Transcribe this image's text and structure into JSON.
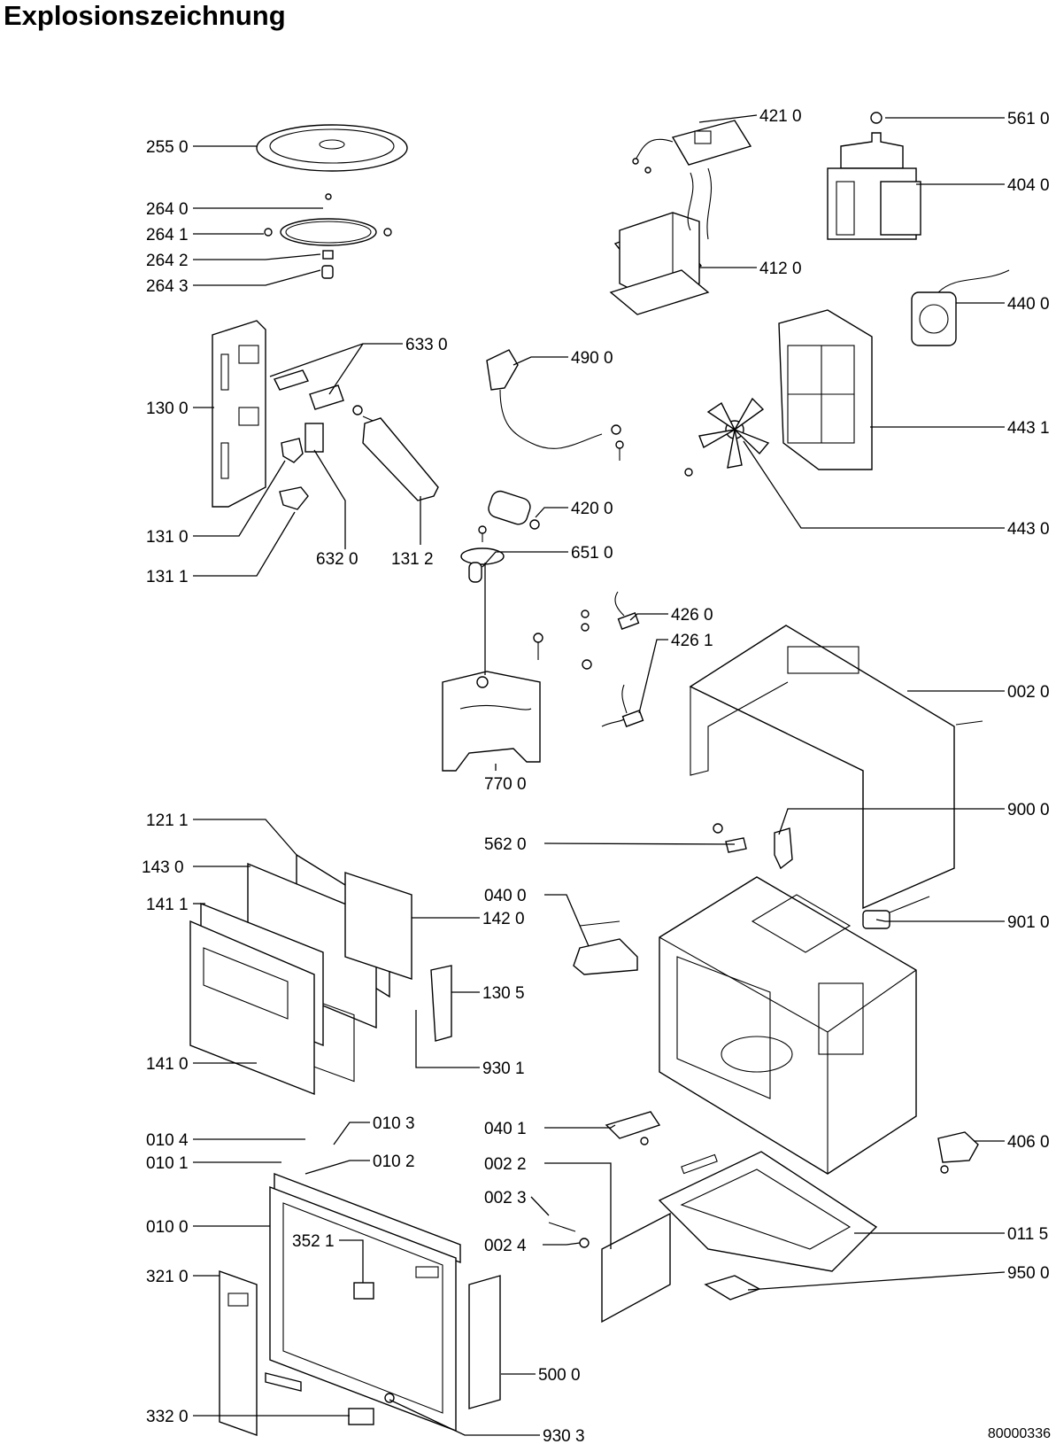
{
  "title": "Explosionszeichnung",
  "document_number": "80000336",
  "labels": {
    "l2550": "255 0",
    "l2640": "264 0",
    "l2641": "264 1",
    "l2642": "264 2",
    "l2643": "264 3",
    "l1300": "130 0",
    "l6330": "633 0",
    "l1310": "131 0",
    "l6320": "632 0",
    "l1312": "131 2",
    "l1311": "131 1",
    "l4210": "421 0",
    "l5610": "561 0",
    "l4040": "404 0",
    "l4120": "412 0",
    "l4400": "440 0",
    "l4900": "490 0",
    "l4431": "443 1",
    "l4430": "443 0",
    "l4200": "420 0",
    "l6510": "651 0",
    "l4260": "426 0",
    "l4261": "426 1",
    "l0020": "002 0",
    "l7700": "770 0",
    "l9000": "900 0",
    "l5620": "562 0",
    "l1211": "121 1",
    "l1430": "143 0",
    "l1411": "141 1",
    "l1420": "142 0",
    "l0400": "040 0",
    "l9010": "901 0",
    "l1305": "130 5",
    "l1410": "141 0",
    "l9301": "930 1",
    "l0401": "040 1",
    "l4060": "406 0",
    "l0104": "010 4",
    "l0103": "010 3",
    "l0101": "010 1",
    "l0102": "010 2",
    "l0022": "002 2",
    "l0023": "002 3",
    "l0100": "010 0",
    "l0024": "002 4",
    "l0115": "011 5",
    "l3521": "352 1",
    "l3210": "321 0",
    "l9500": "950 0",
    "l5000": "500 0",
    "l3320": "332 0",
    "l9303": "930 3"
  }
}
